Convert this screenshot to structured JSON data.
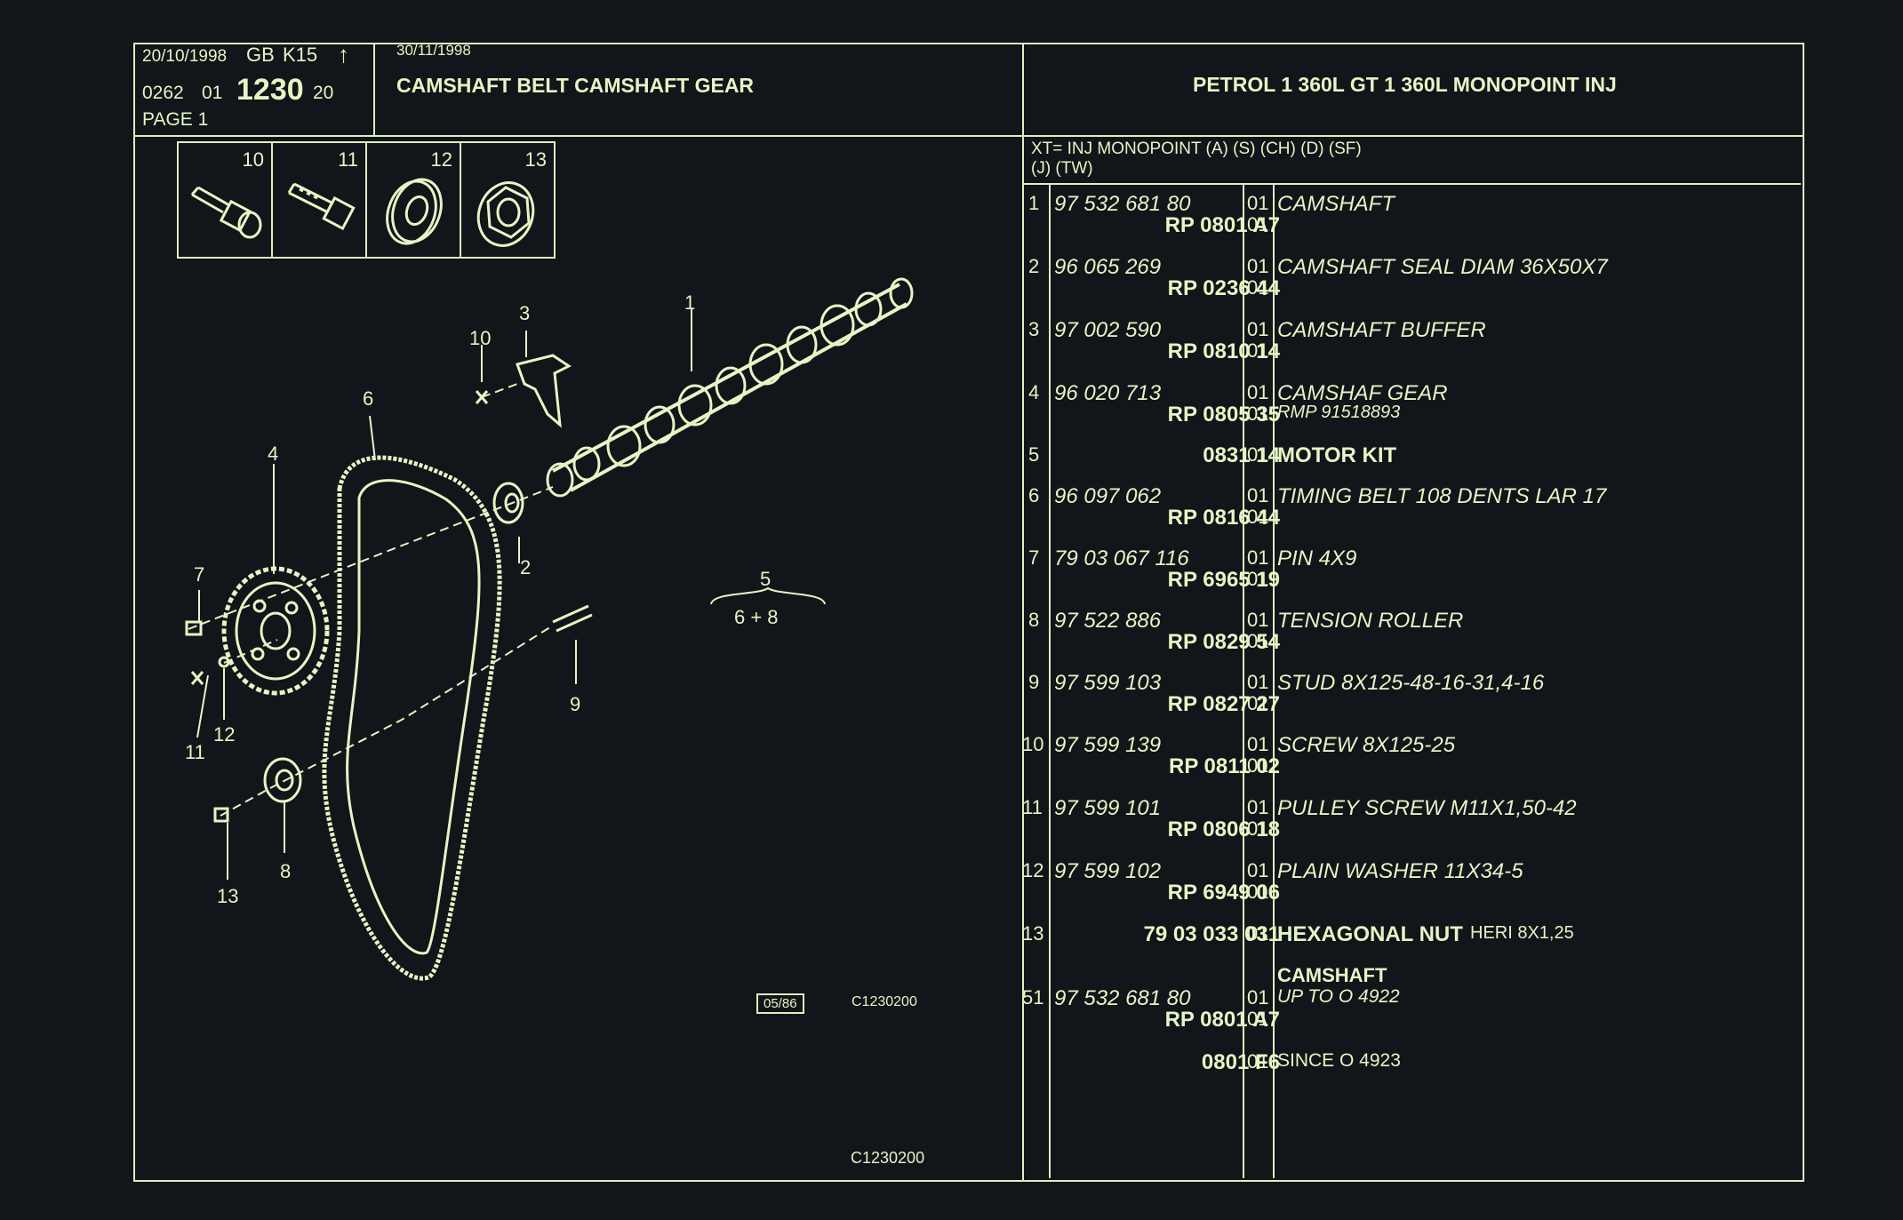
{
  "header": {
    "date1": "20/10/1998",
    "country": "GB",
    "code": "K15",
    "arrow": "↑",
    "ref_a": "0262",
    "ref_b": "01",
    "ref_main": "1230",
    "ref_c": "20",
    "page": "PAGE  1",
    "date2": "30/11/1998",
    "title": "CAMSHAFT BELT CAMSHAFT GEAR",
    "model": "PETROL 1 360L GT 1 360L MONOPOINT INJ"
  },
  "xt_note_1": "XT=  INJ MONOPOINT (A) (S) (CH) (D) (SF)",
  "xt_note_2": "(J) (TW)",
  "thumbnails": [
    "10",
    "11",
    "12",
    "13"
  ],
  "diagram": {
    "callouts": [
      "1",
      "2",
      "3",
      "4",
      "5",
      "6",
      "7",
      "8",
      "9",
      "10",
      "11",
      "12",
      "13"
    ],
    "group_top": "5",
    "group_bottom": "6 + 8",
    "stamp": "05/86",
    "code_small": "C1230200",
    "code_bottom": "C1230200"
  },
  "parts": [
    {
      "idx": "1",
      "ref": "97 532 681 80",
      "rp": "RP  0801  A7",
      "q1": "01",
      "q2": "01",
      "d1": "CAMSHAFT",
      "d2": ""
    },
    {
      "idx": "2",
      "ref": "96 065 269",
      "rp": "RP  0236  44",
      "q1": "01",
      "q2": "01",
      "d1": "CAMSHAFT SEAL DIAM 36X50X7",
      "d2": ""
    },
    {
      "idx": "3",
      "ref": "97 002 590",
      "rp": "RP  0810  14",
      "q1": "01",
      "q2": "01",
      "d1": "CAMSHAFT BUFFER",
      "d2": ""
    },
    {
      "idx": "4",
      "ref": "96 020 713",
      "rp": "RP  0805  35",
      "q1": "01",
      "q2": "01",
      "d1": "CAMSHAF GEAR",
      "d2": "RMP 91518893"
    },
    {
      "idx": "5",
      "ref": "",
      "rp": "0831  14",
      "q1": "01",
      "q2": "",
      "d1": "MOTOR KIT",
      "d2": ""
    },
    {
      "idx": "6",
      "ref": "96 097 062",
      "rp": "RP  0816  44",
      "q1": "01",
      "q2": "01",
      "d1": "TIMING BELT 108 DENTS LAR 17",
      "d2": ""
    },
    {
      "idx": "7",
      "ref": "79 03 067 116",
      "rp": "RP  6965  19",
      "q1": "01",
      "q2": "01",
      "d1": "PIN 4X9",
      "d2": ""
    },
    {
      "idx": "8",
      "ref": "97 522 886",
      "rp": "RP  0829  54",
      "q1": "01",
      "q2": "01",
      "d1": "TENSION ROLLER",
      "d2": ""
    },
    {
      "idx": "9",
      "ref": "97 599 103",
      "rp": "RP  0827  27",
      "q1": "01",
      "q2": "01",
      "d1": "STUD 8X125-48-16-31,4-16",
      "d2": ""
    },
    {
      "idx": "10",
      "ref": "97 599 139",
      "rp": "RP  0811  02",
      "q1": "01",
      "q2": "01",
      "d1": "SCREW 8X125-25",
      "d2": ""
    },
    {
      "idx": "11",
      "ref": "97 599 101",
      "rp": "RP  0806  18",
      "q1": "01",
      "q2": "01",
      "d1": "PULLEY SCREW M11X1,50-42",
      "d2": ""
    },
    {
      "idx": "12",
      "ref": "97 599 102",
      "rp": "RP  6949  06",
      "q1": "01",
      "q2": "01",
      "d1": "PLAIN WASHER 11X34-5",
      "d2": ""
    },
    {
      "idx": "13",
      "ref": "",
      "rp": "79 03 033 031",
      "q1": "01",
      "q2": "",
      "d1": "HEXAGONAL NUT",
      "d2": "HERI 8X1,25"
    },
    {
      "idx": "51",
      "ref": "97 532 681 80",
      "rp": "RP  0801  A7",
      "q1": "01",
      "q2": "01",
      "d1": "UP  TO  O  4922",
      "d2": "",
      "above": "CAMSHAFT"
    },
    {
      "idx": "",
      "ref": "",
      "rp": "0801  F6",
      "q1": "01",
      "q2": "",
      "d1": "SINCE  O  4923",
      "d2": ""
    }
  ]
}
